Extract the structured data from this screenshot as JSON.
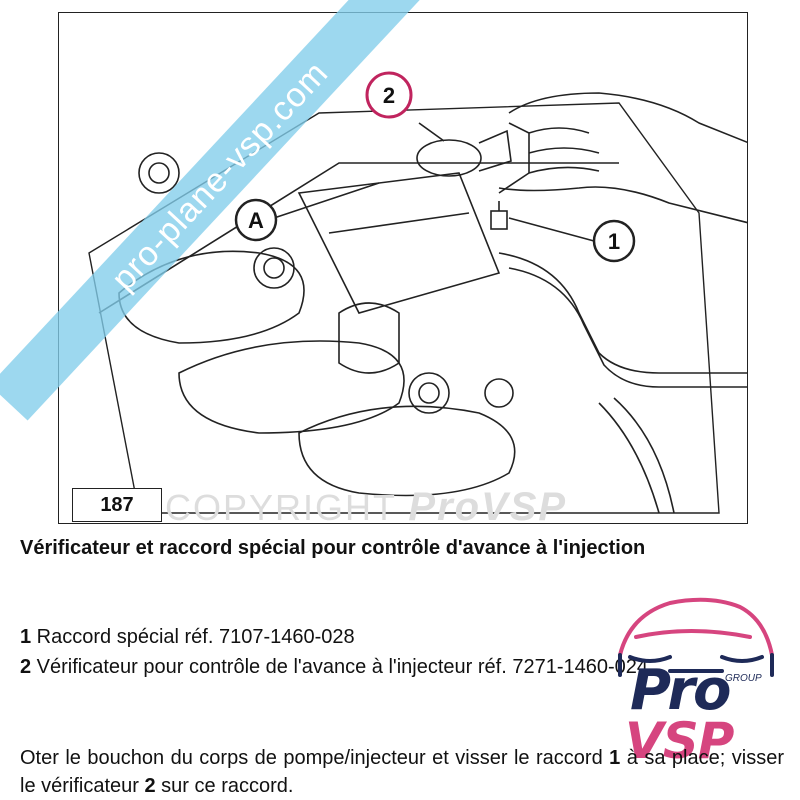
{
  "figure": {
    "number": "187",
    "callouts": {
      "label_2": "2",
      "label_A": "A",
      "label_1": "1"
    }
  },
  "watermarks": {
    "banner_text": "pro-plane-vsp.com",
    "copyright_text": "COPYRIGHT",
    "copyright_brand": "ProVSP"
  },
  "heading": "Vérificateur et raccord spécial pour contrôle d'avance à l'injection",
  "items": [
    {
      "number": "1",
      "text": " Raccord spécial réf. 7107-1460-028"
    },
    {
      "number": "2",
      "text": " Vérificateur pour contrôle de l'avance à l'injecteur réf. 7271-1460-024."
    }
  ],
  "paragraph": {
    "part1": "Oter le bouchon du corps de pompe/injecteur et visser le raccord ",
    "ref1": "1",
    "part2": " à sa place; visser le vérificateur ",
    "ref2": "2",
    "part3": " sur ce raccord."
  },
  "logo": {
    "group_label": "GROUP",
    "pro_text": "Pro",
    "vsp_text": "VSP",
    "colors": {
      "navy": "#1e2a58",
      "pink": "#d6457f"
    }
  }
}
